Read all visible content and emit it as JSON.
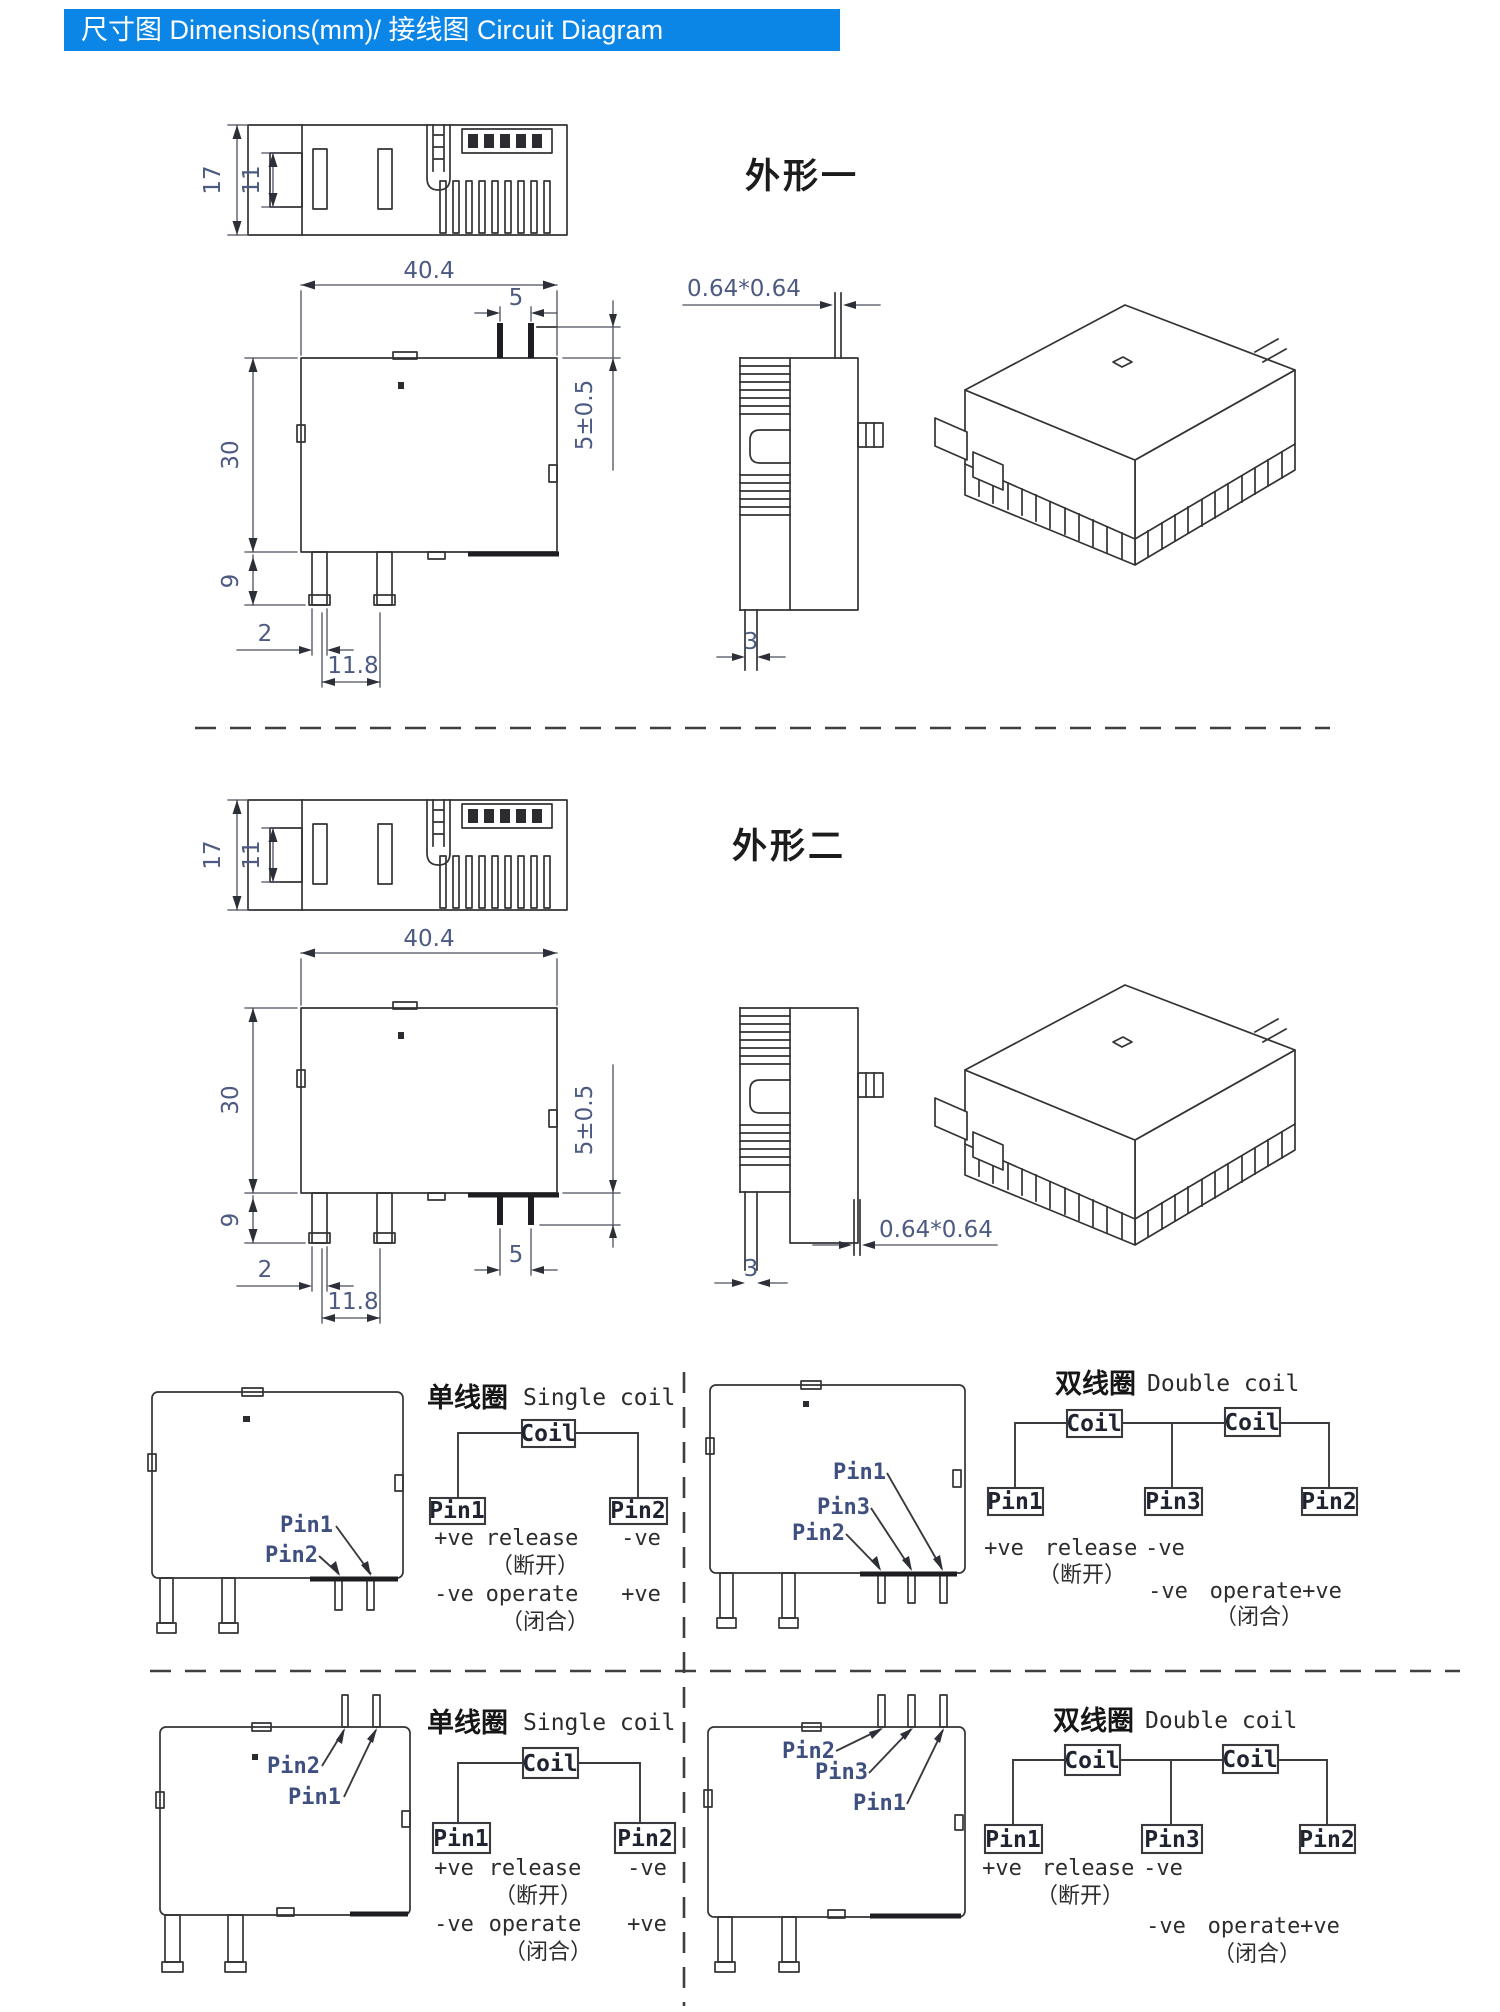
{
  "header": {
    "title": "尺寸图 Dimensions(mm)/ 接线图 Circuit Diagram",
    "bg_color": "#0b85e6"
  },
  "shape1": {
    "label": "外形一"
  },
  "shape2": {
    "label": "外形二"
  },
  "dims": {
    "total_height": "17",
    "inner_height": "11",
    "body_width": "40.4",
    "pin_pitch": "5",
    "step_height": "5±0.5",
    "body_height": "30",
    "pin_length": "9",
    "pin_width": "2",
    "pin_span": "11.8",
    "pin_cross_section": "0.64*0.64",
    "side_pin_width": "3"
  },
  "circuit": {
    "single_title_zh": "单线圈",
    "single_title_en": "Single coil",
    "double_title_zh": "双线圈",
    "double_title_en": "Double coil",
    "coil": "Coil",
    "pin1": "Pin1",
    "pin2": "Pin2",
    "pin3": "Pin3",
    "pos": "+ve",
    "neg": "-ve",
    "release": "release",
    "operate": "operate",
    "release_zh": "（断开）",
    "operate_zh": "（闭合）"
  }
}
